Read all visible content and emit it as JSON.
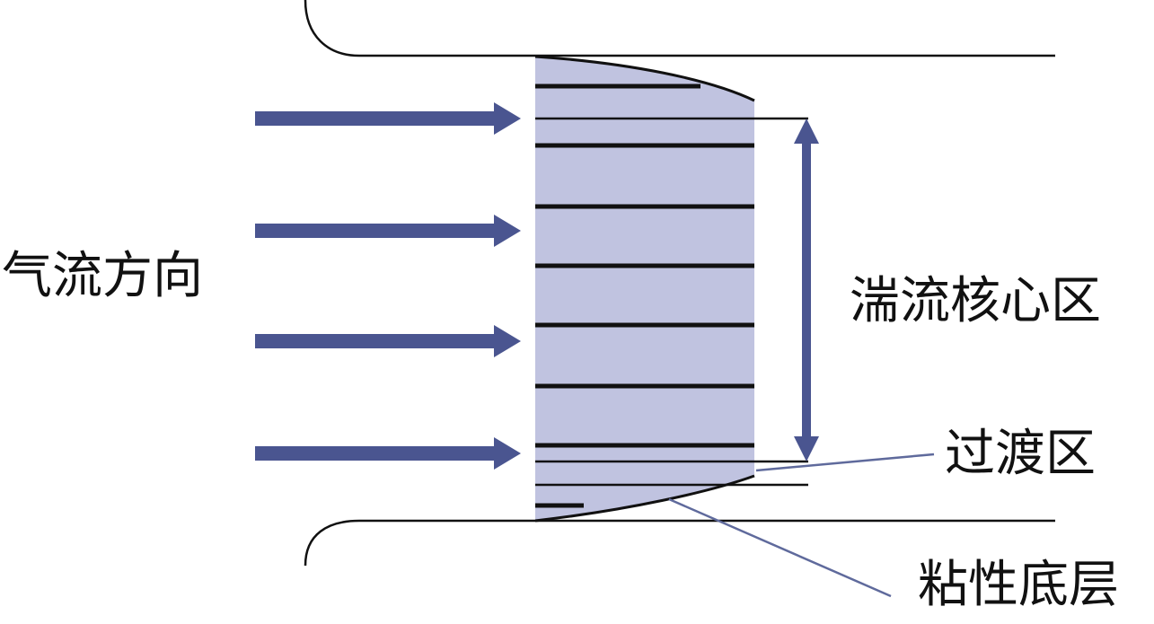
{
  "labels": {
    "airflow_direction": "气流方向",
    "turbulent_core": "湍流核心区",
    "transition_zone": "过渡区",
    "viscous_sublayer": "粘性底层"
  },
  "colors": {
    "arrow": "#4a5590",
    "profile_fill": "#c0c3e0",
    "line": "#111111",
    "leader": "#5f6a9c"
  }
}
